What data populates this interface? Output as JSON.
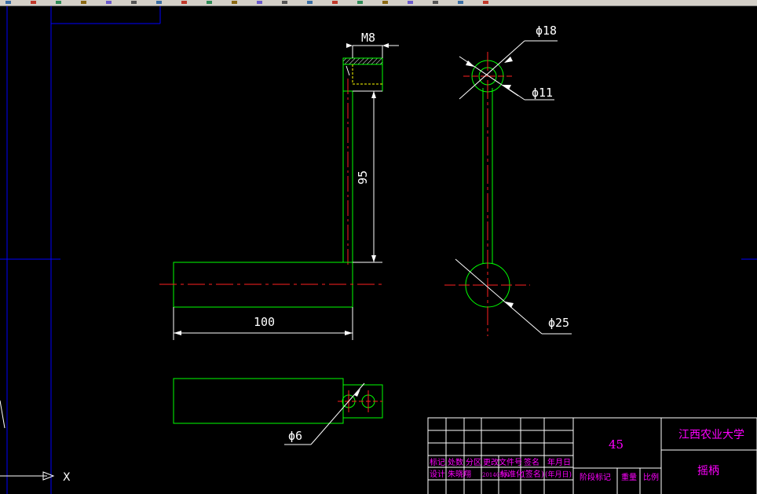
{
  "app": {
    "toolbar_icons": [
      "undo-icon",
      "redo-icon",
      "zoom-icon",
      "pan-icon",
      "save-icon",
      "print-icon",
      "layer-icon",
      "color-icon",
      "line-icon",
      "arc-icon",
      "circle-icon",
      "hatch-icon",
      "text-icon",
      "dimension-icon",
      "snap-icon",
      "grid-icon",
      "ortho-icon",
      "osnap-icon",
      "properties-icon",
      "help-icon"
    ],
    "colors": {
      "background": "#000000",
      "outline": "#00ff00",
      "centerline": "#ff2020",
      "dimension": "#ffffff",
      "frame": "#0000ff",
      "title_text": "#ff00ff",
      "hidden": "#ffff00"
    }
  },
  "drawing": {
    "dims": {
      "thread": "M8",
      "length_95": "95",
      "length_100": "100",
      "dia_18": "ϕ18",
      "dia_11": "ϕ11",
      "dia_25": "ϕ25",
      "dia_6": "ϕ6"
    },
    "ucs_x": "X"
  },
  "title_block": {
    "material": "45",
    "school": "江西农业大学",
    "part_name": "摇柄",
    "headers": [
      "标记",
      "处数",
      "分区",
      "更改文件号",
      "签名",
      "年月日"
    ],
    "row2": [
      "设计",
      "朱晓翔",
      "20140501",
      "标准化",
      "(签名)",
      "(年月日)"
    ],
    "stage_mark": "阶段标记",
    "weight": "重量",
    "scale": "比例"
  }
}
